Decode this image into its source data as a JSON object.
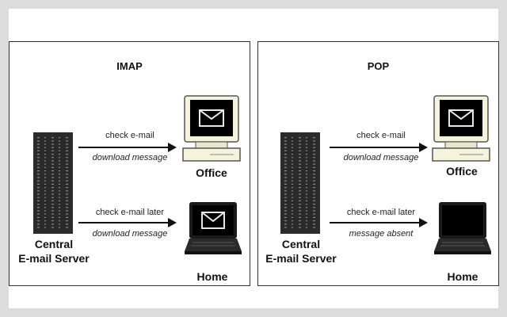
{
  "panels": [
    {
      "title": "IMAP",
      "server_label_line1": "Central",
      "server_label_line2": "E-mail Server",
      "arrows": [
        {
          "top": "check e-mail",
          "bottom": "download message"
        },
        {
          "top": "check e-mail later",
          "bottom": "download message"
        }
      ],
      "office_label": "Office",
      "home_label": "Home",
      "home_has_message": true
    },
    {
      "title": "POP",
      "server_label_line1": "Central",
      "server_label_line2": "E-mail Server",
      "arrows": [
        {
          "top": "check e-mail",
          "bottom": "download message"
        },
        {
          "top": "check e-mail later",
          "bottom": "message absent"
        }
      ],
      "office_label": "Office",
      "home_label": "Home",
      "home_has_message": false
    }
  ],
  "colors": {
    "screen": "#000000",
    "monitor_body": "#f5f3dc",
    "server": "#2b2b2b",
    "background": "#dcdcdc"
  },
  "icons": [
    "server-icon",
    "desktop-computer-icon",
    "laptop-icon",
    "envelope-icon"
  ]
}
